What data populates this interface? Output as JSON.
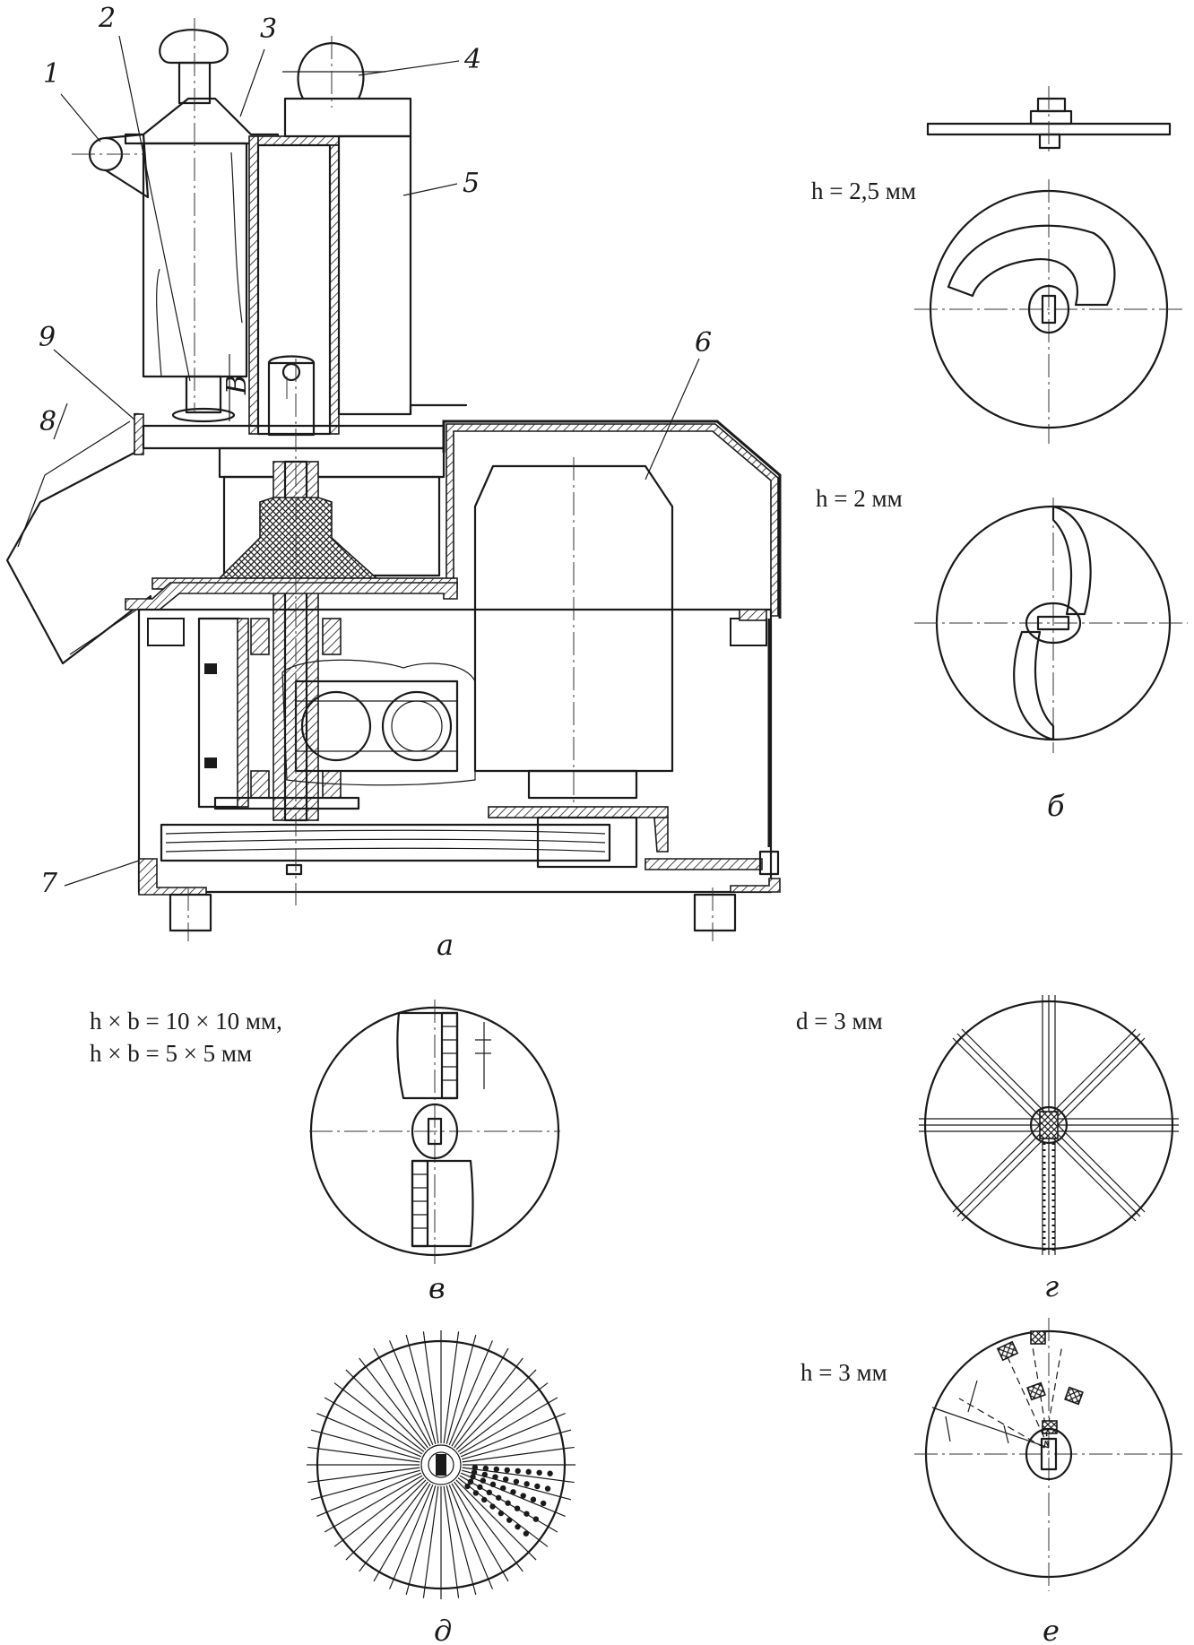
{
  "part_numbers": [
    "1",
    "2",
    "3",
    "4",
    "5",
    "6",
    "7",
    "8",
    "9"
  ],
  "dimension_letter": "В",
  "captions": {
    "a": "а",
    "b": "б",
    "v": "в",
    "g": "г",
    "d": "д",
    "e": "е"
  },
  "dimensions": {
    "disc_b_top": "h = 2,5 мм",
    "disc_b_bottom": "h = 2 мм",
    "disc_v_line1": "h × b = 10 × 10 мм,",
    "disc_v_line2": "h × b = 5 × 5 мм",
    "disc_g": "d = 3 мм",
    "disc_e": "h = 3 мм"
  }
}
